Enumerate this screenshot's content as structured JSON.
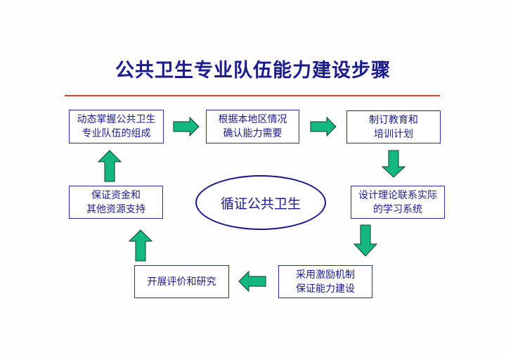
{
  "title": "公共卫生专业队伍能力建设步骤",
  "center": {
    "label": "循证公共卫生"
  },
  "steps": [
    {
      "line1": "动态掌握公共卫生",
      "line2": "专业队伍的组成"
    },
    {
      "line1": "根据本地区情况",
      "line2": "确认能力需要"
    },
    {
      "line1": "制订教育和",
      "line2": "培训计划"
    },
    {
      "line1": "设计理论联系实际",
      "line2": "的学习系统"
    },
    {
      "line1": "采用激励机制",
      "line2": "保证能力建设"
    },
    {
      "line1": "开展评价和研究",
      "line2": ""
    },
    {
      "line1": "保证资金和",
      "line2": "其他资源支持"
    }
  ],
  "colors": {
    "title": "#1a1a8c",
    "box_border": "#2b2b9e",
    "arrow_fill": "#14b87f",
    "rule": "#d9472b"
  }
}
